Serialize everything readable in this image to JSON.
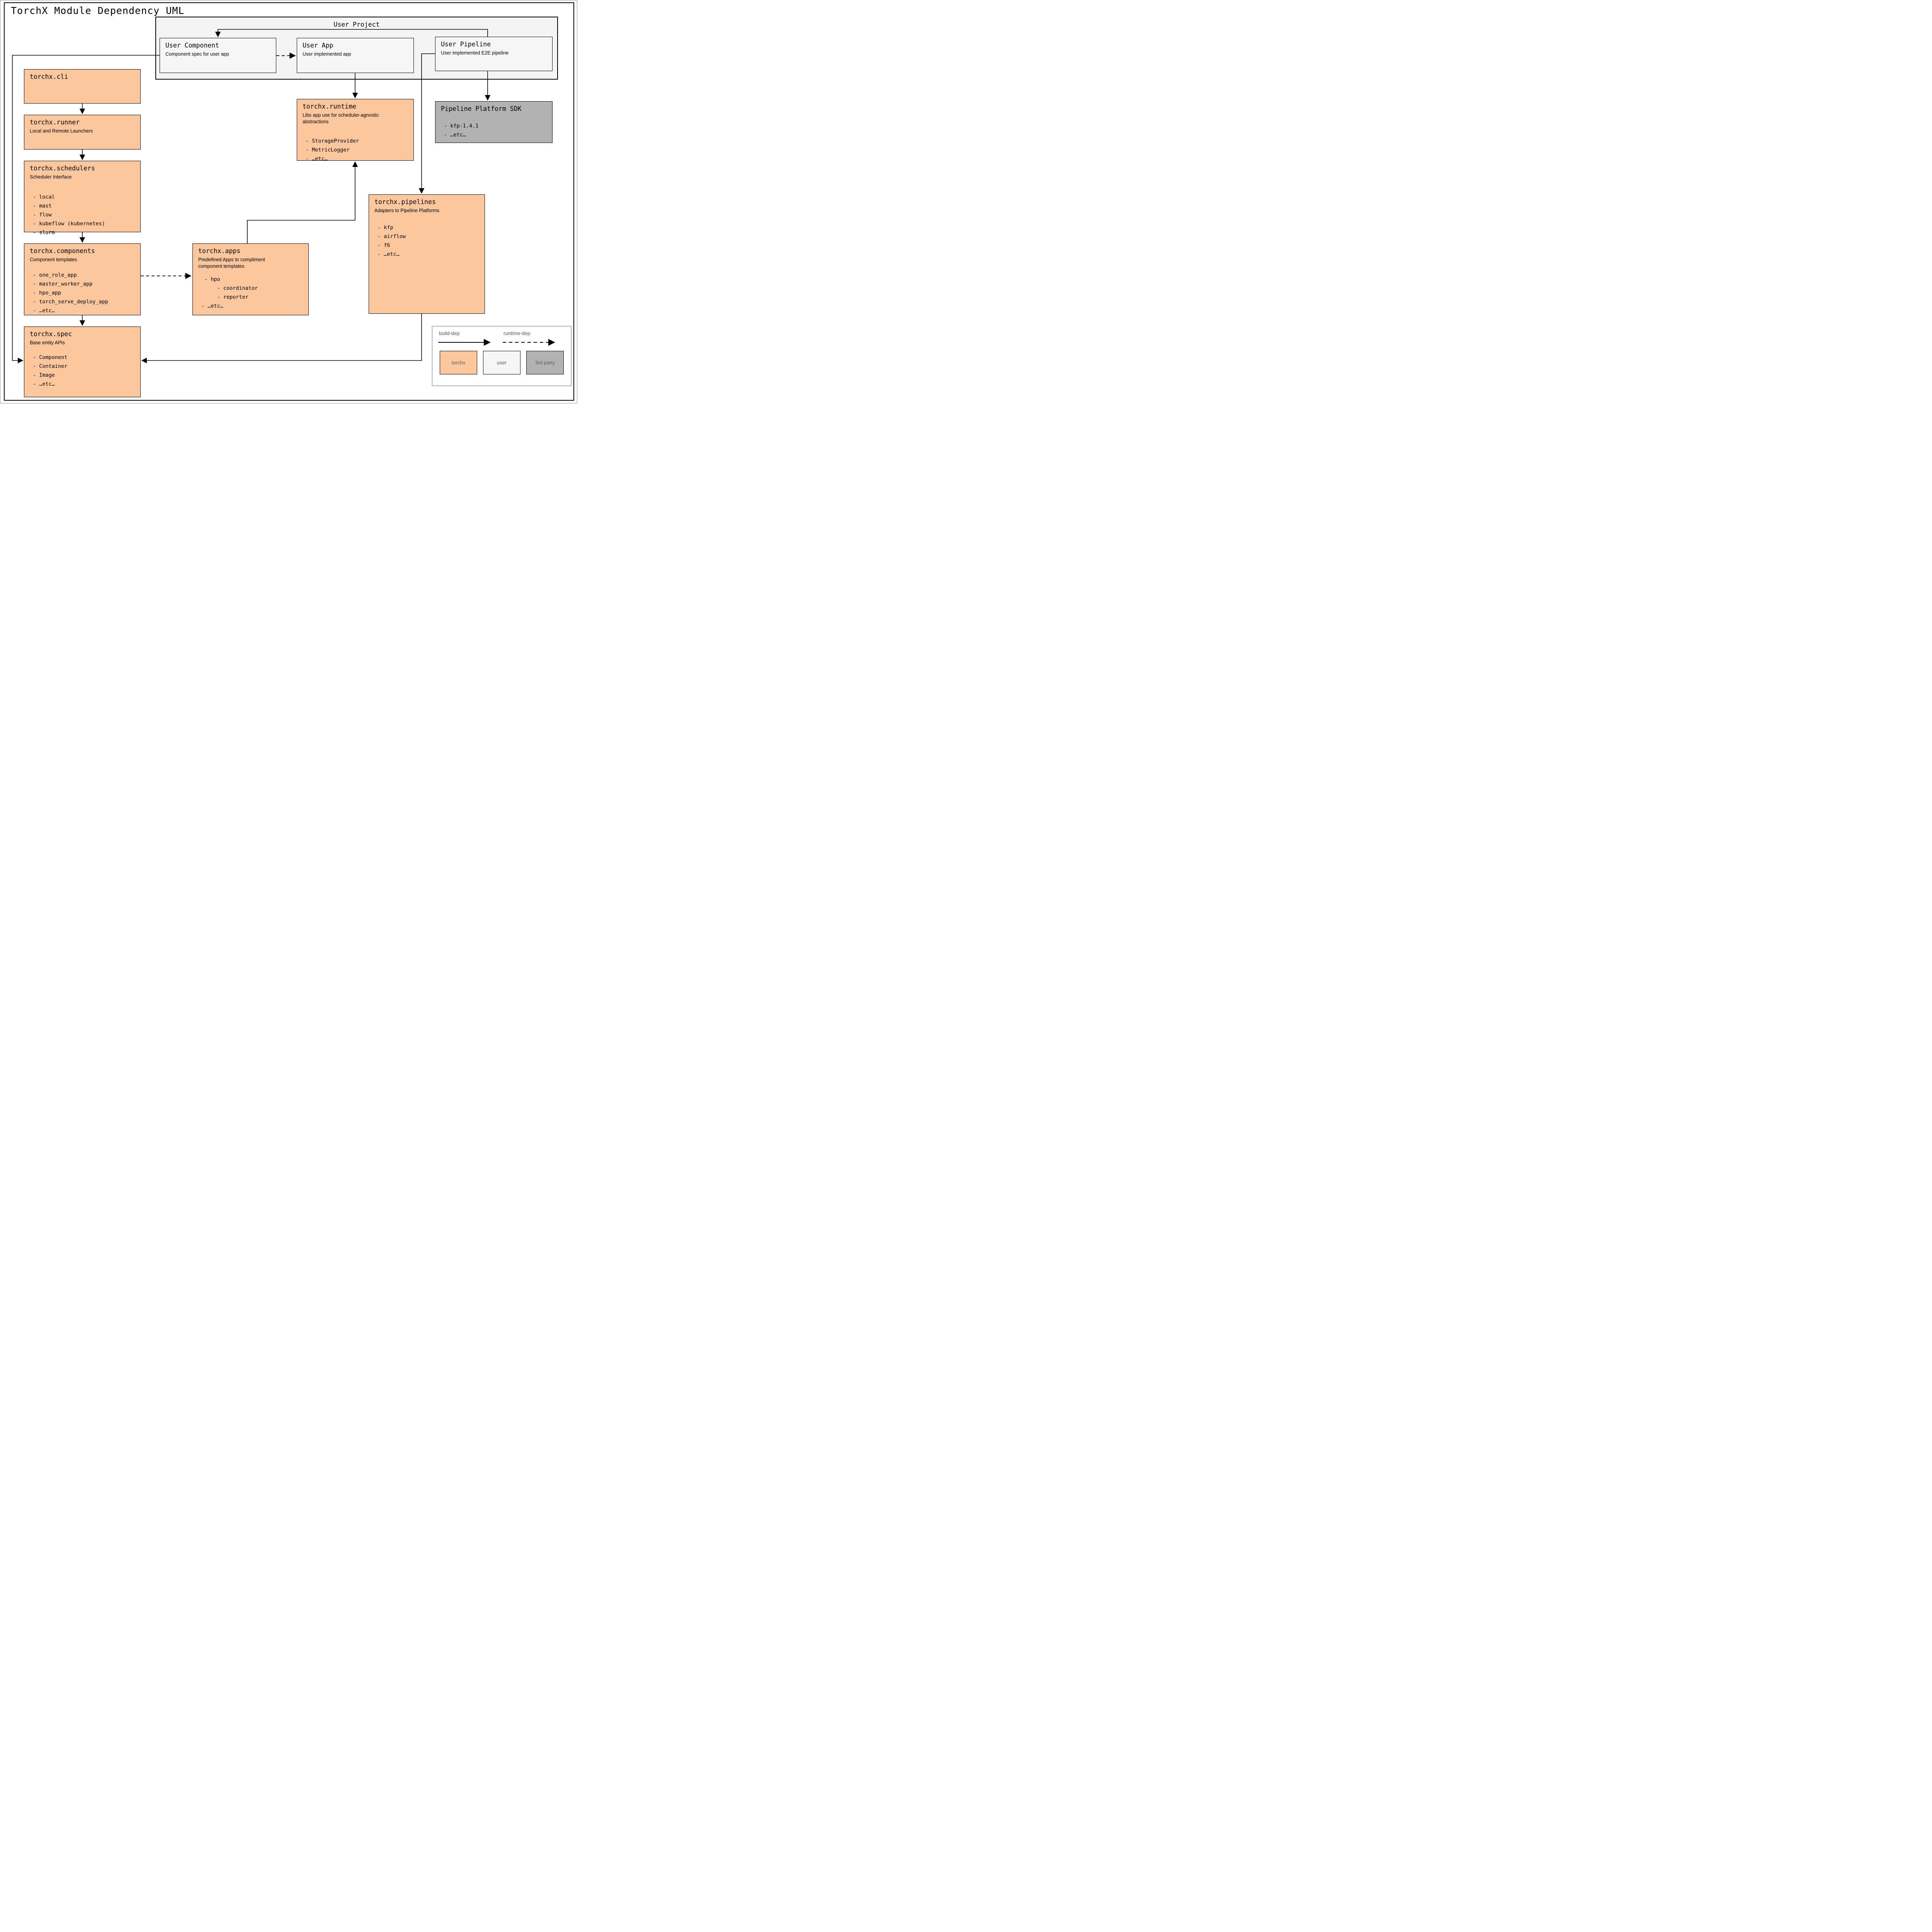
{
  "page": {
    "title": "TorchX Module Dependency UML"
  },
  "user_project": {
    "label": "User Project",
    "user_component": {
      "title": "User Component",
      "subtitle": "Component spec for user app"
    },
    "user_app": {
      "title": "User App",
      "subtitle": "User implemented app"
    },
    "user_pipeline": {
      "title": "User Pipeline",
      "subtitle": "User implemented E2E pipeline"
    }
  },
  "modules": {
    "cli": {
      "title": "torchx.cli"
    },
    "runner": {
      "title": "torchx.runner",
      "subtitle": "Local and Remote Launchers"
    },
    "schedulers": {
      "title": "torchx.schedulers",
      "subtitle": "Scheduler Interface",
      "items": [
        "- local",
        "- mast",
        "- flow",
        "- kubeflow (kubernetes)",
        "- slurm"
      ]
    },
    "components": {
      "title": "torchx.components",
      "subtitle": "Component templates",
      "items": [
        "- one_role_app",
        "- master_worker_app",
        "- hpo_app",
        "- torch_serve_deploy_app",
        "- …etc…"
      ]
    },
    "spec": {
      "title": "torchx.spec",
      "subtitle": "Base entity APIs",
      "items": [
        "- Component",
        "- Container",
        "- Image",
        "- …etc…"
      ]
    },
    "apps": {
      "title": "torchx.apps",
      "subtitle": "Predefined Apps to compliment\ncomponent templates",
      "items": [
        " - hpo",
        "     - coordinator",
        "     - reporter",
        "- …etc…"
      ]
    },
    "runtime": {
      "title": "torchx.runtime",
      "subtitle": "Libs app use for scheduler-agnostic\nabstractions",
      "items": [
        "- StorageProvider",
        "- MetricLogger",
        "- …etc…"
      ]
    },
    "pipelines": {
      "title": "torchx.pipelines",
      "subtitle": "Adapters to Pipeline Platforms",
      "items": [
        "- kfp",
        "- airflow",
        "- f6",
        "- …etc…"
      ]
    },
    "sdk": {
      "title": "Pipeline Platform SDK",
      "items": [
        "- kfp-1.4.1",
        "- …etc…"
      ]
    }
  },
  "legend": {
    "build_dep_label": "build-dep",
    "runtime_dep_label": "runtime-dep",
    "swatches": [
      {
        "label": "torchx",
        "color": "#fcc79c"
      },
      {
        "label": "user",
        "color": "#f6f6f6"
      },
      {
        "label": "3rd party",
        "color": "#b2b2b2"
      }
    ]
  },
  "colors": {
    "torchx_fill": "#fcc79c",
    "user_fill": "#f4f4f4",
    "third_party_fill": "#b2b2b2",
    "line": "#000000",
    "legend_border": "#c5cacd",
    "legend_text": "#58585a"
  }
}
